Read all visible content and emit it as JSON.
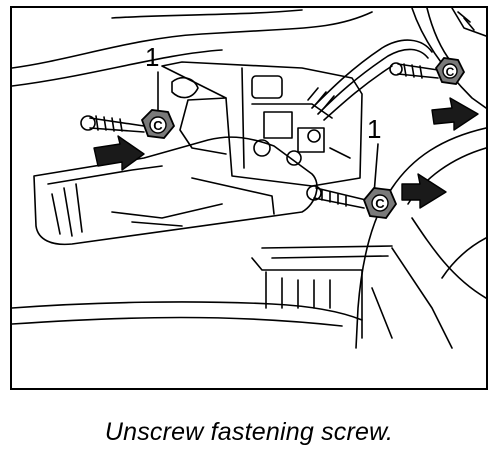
{
  "figure": {
    "callouts": [
      {
        "label": "1"
      },
      {
        "label": "1"
      }
    ],
    "nut_marks": [
      "C",
      "C",
      "C"
    ]
  },
  "caption": {
    "text": "Unscrew fastening screw."
  },
  "colors": {
    "ink": "#000000",
    "paper": "#ffffff",
    "nut_fill": "#7a7a7a"
  }
}
